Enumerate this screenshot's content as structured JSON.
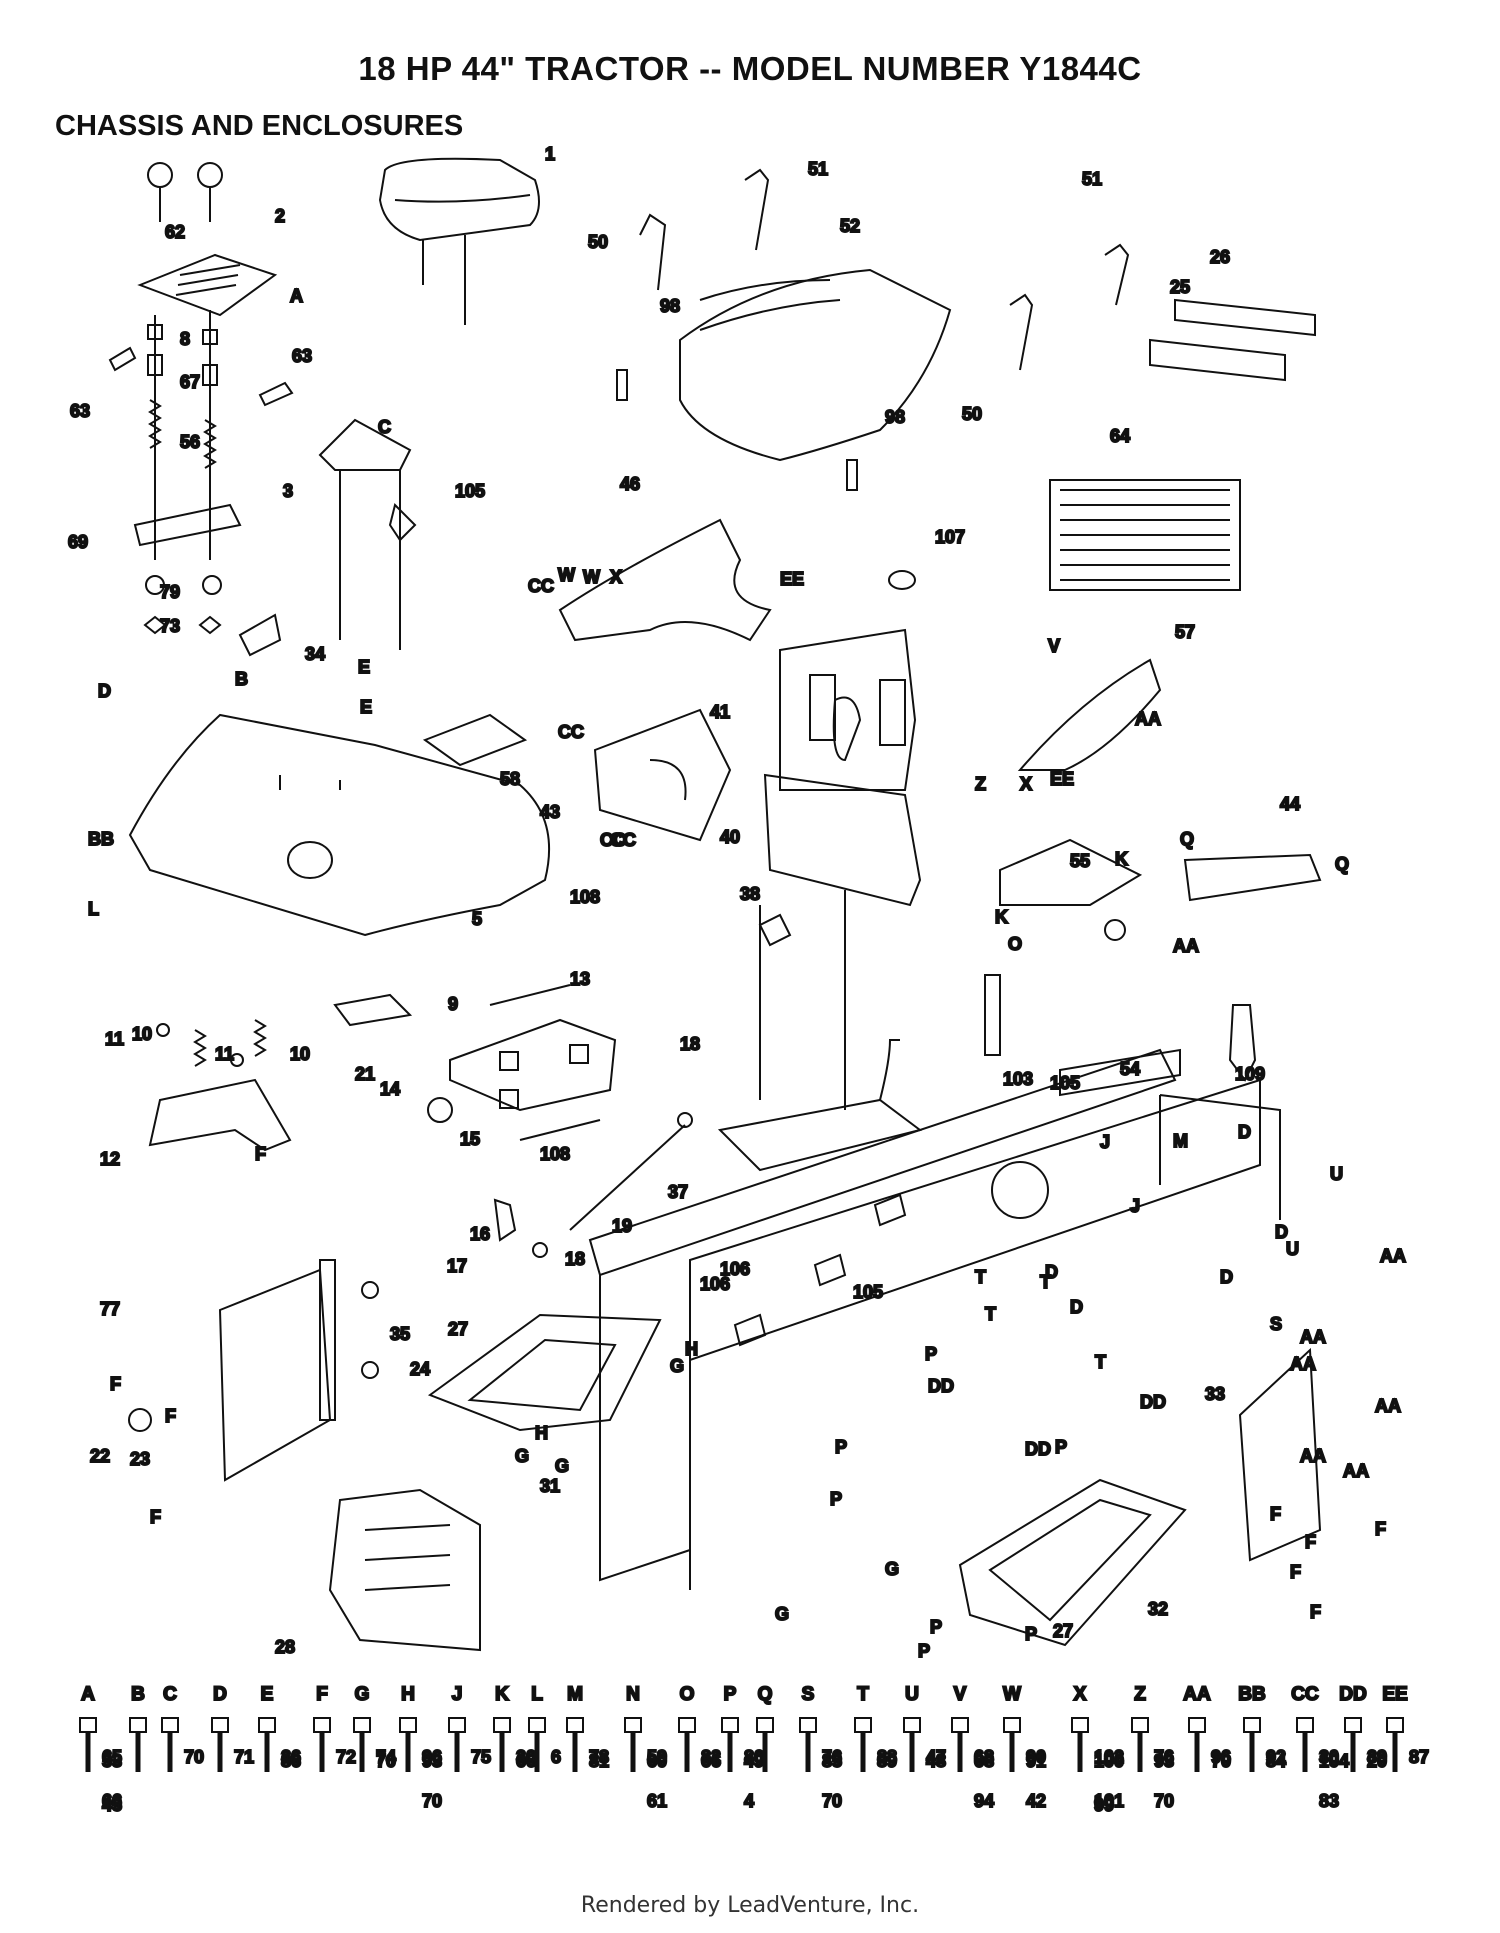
{
  "header": {
    "title": "18 HP 44\" TRACTOR -- MODEL NUMBER Y1844C",
    "section": "CHASSIS AND ENCLOSURES"
  },
  "footer": {
    "text": "Rendered by LeadVenture, Inc."
  },
  "callouts": [
    "1",
    "2",
    "3",
    "5",
    "8",
    "9",
    "10",
    "10",
    "11",
    "11",
    "12",
    "13",
    "14",
    "15",
    "16",
    "17",
    "18",
    "18",
    "19",
    "21",
    "22",
    "23",
    "24",
    "25",
    "26",
    "27",
    "27",
    "28",
    "31",
    "32",
    "33",
    "34",
    "35",
    "37",
    "38",
    "40",
    "41",
    "43",
    "44",
    "46",
    "50",
    "50",
    "51",
    "51",
    "52",
    "54",
    "55",
    "56",
    "57",
    "58",
    "62",
    "63",
    "63",
    "64",
    "67",
    "69",
    "73",
    "77",
    "79",
    "98",
    "98",
    "103",
    "105",
    "105",
    "105",
    "106",
    "106",
    "107",
    "108",
    "108",
    "109"
  ],
  "hardware_columns": [
    {
      "head": "A",
      "nums": [
        "65",
        "53",
        "66",
        "45"
      ]
    },
    {
      "head": "B",
      "nums": []
    },
    {
      "head": "C",
      "nums": [
        "70"
      ]
    },
    {
      "head": "D",
      "nums": [
        "71"
      ]
    },
    {
      "head": "E",
      "nums": [
        "36",
        "86"
      ]
    },
    {
      "head": "F",
      "nums": [
        "72"
      ]
    },
    {
      "head": "G",
      "nums": [
        "74",
        "70"
      ]
    },
    {
      "head": "H",
      "nums": [
        "96",
        "93",
        "70"
      ]
    },
    {
      "head": "J",
      "nums": [
        "75"
      ]
    },
    {
      "head": "K",
      "nums": [
        "30",
        "66"
      ]
    },
    {
      "head": "L",
      "nums": [
        "6"
      ]
    },
    {
      "head": "M",
      "nums": [
        "78",
        "81"
      ]
    },
    {
      "head": "N",
      "nums": [
        "59",
        "60",
        "61"
      ]
    },
    {
      "head": "O",
      "nums": [
        "82",
        "66"
      ]
    },
    {
      "head": "P",
      "nums": [
        "80",
        "49",
        "4"
      ]
    },
    {
      "head": "Q",
      "nums": []
    },
    {
      "head": "S",
      "nums": [
        "76",
        "85",
        "70"
      ]
    },
    {
      "head": "T",
      "nums": [
        "88",
        "89"
      ]
    },
    {
      "head": "U",
      "nums": [
        "47",
        "48"
      ]
    },
    {
      "head": "V",
      "nums": [
        "68",
        "68",
        "94"
      ]
    },
    {
      "head": "W",
      "nums": [
        "90",
        "91",
        "42"
      ]
    },
    {
      "head": "X",
      "nums": [
        "102",
        "100",
        "101",
        "99"
      ]
    },
    {
      "head": "Z",
      "nums": [
        "76",
        "93",
        "70"
      ]
    },
    {
      "head": "AA",
      "nums": [
        "96",
        "70"
      ]
    },
    {
      "head": "BB",
      "nums": [
        "92",
        "84"
      ]
    },
    {
      "head": "CC",
      "nums": [
        "30",
        "104",
        "83"
      ]
    },
    {
      "head": "DD",
      "nums": [
        "39",
        "20"
      ]
    },
    {
      "head": "EE",
      "nums": [
        "87"
      ]
    }
  ]
}
